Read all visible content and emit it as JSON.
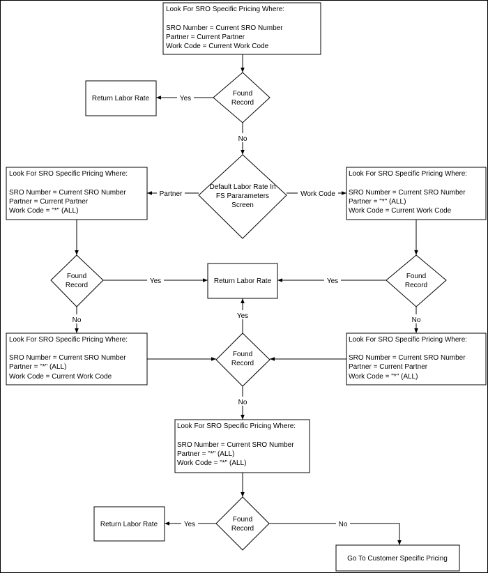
{
  "colors": {
    "stroke": "#000000",
    "fill": "#ffffff",
    "background": "#ffffff"
  },
  "process_1": {
    "heading": "Look For SRO Specific Pricing Where:",
    "line1": "SRO Number = Current SRO Number",
    "line2": "Partner = Current Partner",
    "line3": "Work Code = Current Work Code"
  },
  "process_partner": {
    "heading": "Look For SRO Specific Pricing Where:",
    "line1": "SRO Number = Current SRO Number",
    "line2": "Partner = Current Partner",
    "line3": "Work Code = \"*\" (ALL)"
  },
  "process_workcode": {
    "heading": "Look For SRO Specific Pricing Where:",
    "line1": "SRO Number = Current SRO Number",
    "line2": "Partner = \"*\" (ALL)",
    "line3": "Work Code = Current Work Code"
  },
  "process_partner_fallback": {
    "heading": "Look For SRO Specific Pricing Where:",
    "line1": "SRO Number = Current SRO Number",
    "line2": "Partner = \"*\" (ALL)",
    "line3": "Work Code = Current Work Code"
  },
  "process_workcode_fallback": {
    "heading": "Look For SRO Specific Pricing Where:",
    "line1": "SRO Number = Current SRO Number",
    "line2": "Partner = Current Partner",
    "line3": "Work Code = \"*\" (ALL)"
  },
  "process_all": {
    "heading": "Look For SRO Specific Pricing Where:",
    "line1": "SRO Number = Current SRO Number",
    "line2": "Partner = \"*\" (ALL)",
    "line3": "Work Code = \"*\" (ALL)"
  },
  "decisions": {
    "found_top": {
      "line1": "Found",
      "line2": "Record"
    },
    "default_rate": {
      "line1": "Default Labor Rate In",
      "line2": "FS Pararameters",
      "line3": "Screen"
    },
    "found_left": {
      "line1": "Found",
      "line2": "Record"
    },
    "found_right": {
      "line1": "Found",
      "line2": "Record"
    },
    "found_middle": {
      "line1": "Found",
      "line2": "Record"
    },
    "found_bottom": {
      "line1": "Found",
      "line2": "Record"
    }
  },
  "terminals": {
    "return_top": "Return Labor Rate",
    "return_middle": "Return Labor Rate",
    "return_bottom": "Return Labor Rate",
    "customer_pricing": "Go To Customer Specific Pricing"
  },
  "edge_labels": {
    "yes_top": "Yes",
    "no_top": "No",
    "partner": "Partner",
    "work_code": "Work Code",
    "yes_left": "Yes",
    "yes_right": "Yes",
    "no_left": "No",
    "no_right": "No",
    "yes_middle": "Yes",
    "no_middle": "No",
    "yes_bottom": "Yes",
    "no_bottom": "No"
  }
}
